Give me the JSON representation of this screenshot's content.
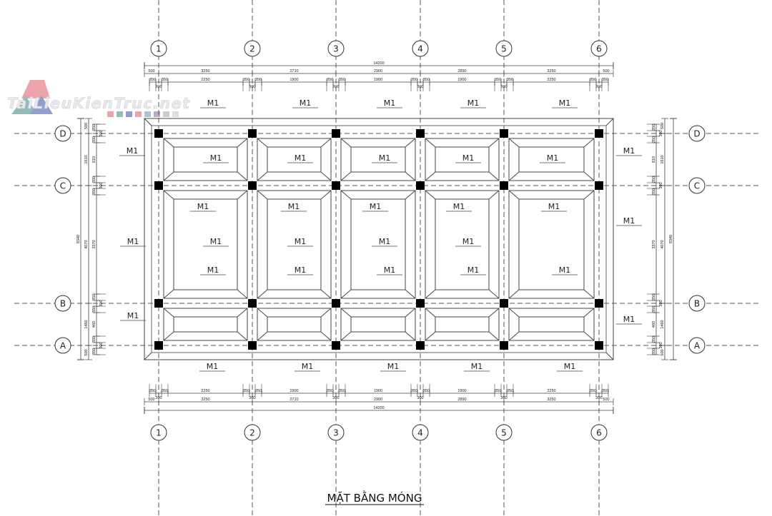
{
  "watermark": {
    "text": "TaiLieuKienTruc.net",
    "swatches": [
      "#e8959b",
      "#7fb0ae",
      "#7d8fc2",
      "#e8959b",
      "#a9b4c8",
      "#b39ac8",
      "#c4c4c4",
      "#d9d9d9"
    ]
  },
  "grid": {
    "columns": [
      "1",
      "2",
      "3",
      "4",
      "5",
      "6"
    ],
    "rows": [
      "D",
      "C",
      "B",
      "A"
    ]
  },
  "foundation": {
    "label": "M1"
  },
  "dimensions": {
    "horizontal_total": "14200",
    "horizontal_axes": [
      "500",
      "3250",
      "2710",
      "2900",
      "2890",
      "3250",
      "500"
    ],
    "horizontal_detail": [
      "350",
      "300",
      "350",
      "2250",
      "350",
      "300",
      "350",
      "1900",
      "350",
      "300",
      "350",
      "1900",
      "350",
      "300",
      "350",
      "1900",
      "350",
      "300",
      "350",
      "2250",
      "350",
      "300",
      "350"
    ],
    "vertical_total": "8340",
    "vertical_axes": [
      "500",
      "1610",
      "4070",
      "1460",
      "500"
    ],
    "vertical_detail": [
      "350",
      "300",
      "350",
      "810",
      "350",
      "300",
      "350",
      "3370",
      "350",
      "300",
      "350",
      "460",
      "350",
      "300",
      "350"
    ]
  },
  "title": "MẶT BẰNG MÓNG"
}
